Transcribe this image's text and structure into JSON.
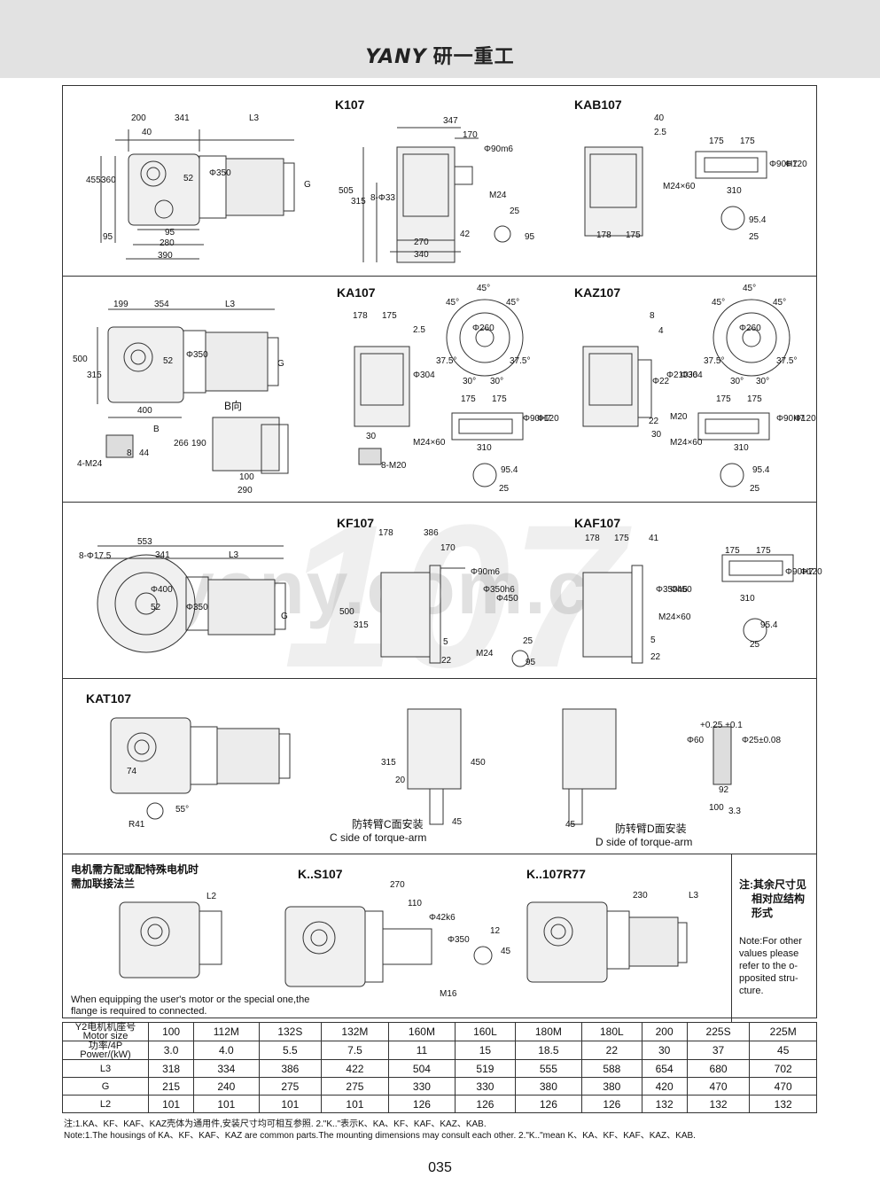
{
  "header": {
    "brand_latin": "YANY",
    "brand_cn": "研一重工"
  },
  "watermark": {
    "text": "yany.com.cn",
    "model": "107"
  },
  "sections": {
    "k107": {
      "title": "K107",
      "dims_a": [
        "200",
        "341",
        "L3",
        "40",
        "455",
        "360",
        "52",
        "Φ350",
        "G",
        "95",
        "95",
        "280",
        "390"
      ],
      "dims_b": [
        "347",
        "170",
        "Φ90m6",
        "505",
        "315",
        "8-Φ33",
        "M24",
        "270",
        "340",
        "42",
        "25",
        "95"
      ]
    },
    "kab107": {
      "title": "KAB107",
      "dims": [
        "40",
        "2.5",
        "175",
        "175",
        "Φ90H7",
        "Φ120",
        "M24×60",
        "310",
        "178",
        "175",
        "95.4",
        "25"
      ]
    },
    "ka107": {
      "title": "KA107",
      "dims_main": [
        "199",
        "354",
        "L3",
        "500",
        "315",
        "52",
        "Φ350",
        "G",
        "400",
        "B",
        "266",
        "190",
        "100",
        "290",
        "8",
        "44",
        "4-M24"
      ],
      "b_view": "B向",
      "dims_side": [
        "178",
        "175",
        "2.5",
        "Φ304",
        "30",
        "8-M20",
        "175",
        "175",
        "Φ90H7",
        "Φ120",
        "M24×60",
        "310",
        "95.4",
        "25"
      ],
      "flange": [
        "45°",
        "45°",
        "45°",
        "Φ260",
        "37.5°",
        "30°",
        "30°",
        "37.5°"
      ]
    },
    "kaz107": {
      "title": "KAZ107",
      "dims": [
        "8",
        "4",
        "Φ304",
        "Φ210J6",
        "Φ22",
        "M20",
        "22",
        "30",
        "175",
        "175",
        "Φ90H7",
        "Φ120",
        "M24×60",
        "310",
        "95.4",
        "25"
      ],
      "flange": [
        "45°",
        "45°",
        "45°",
        "Φ260",
        "37.5°",
        "30°",
        "30°",
        "37.5°"
      ]
    },
    "kf107": {
      "title": "KF107",
      "dims_main": [
        "553",
        "8-Φ17.5",
        "341",
        "L3",
        "Φ400",
        "52",
        "Φ350",
        "G"
      ],
      "dims_b": [
        "178",
        "386",
        "170",
        "Φ90m6",
        "Φ350h6",
        "Φ450",
        "500",
        "315",
        "5",
        "22",
        "M24",
        "25",
        "95"
      ]
    },
    "kaf107": {
      "title": "KAF107",
      "dims": [
        "178",
        "175",
        "41",
        "Φ350h6",
        "Φ450",
        "5",
        "22",
        "175",
        "175",
        "Φ90H7",
        "Φ120",
        "M24×60",
        "310",
        "95.4",
        "25"
      ]
    },
    "kat107": {
      "title": "KAT107",
      "dims": [
        "74",
        "R41",
        "55°",
        "315",
        "20",
        "450",
        "45",
        "45",
        "Φ60",
        "Φ25±0.08",
        "92",
        "100",
        "3.3"
      ],
      "tol_a": "+0.25\n+0.1",
      "c_side_cn": "防转臂C面安装",
      "c_side_en": "C side of torque-arm",
      "d_side_cn": "防转臂D面安装",
      "d_side_en": "D side of torque-arm"
    },
    "flange_note": {
      "cn_line1": "电机需方配或配特殊电机时",
      "cn_line2": "需加联接法兰",
      "l2": "L2",
      "en": "When equipping the user's motor or the special one,the flange is required to connected."
    },
    "ks107": {
      "title": "K..S107",
      "dims": [
        "270",
        "110",
        "Φ42k6",
        "Φ350",
        "M16",
        "12",
        "45"
      ]
    },
    "k107r77": {
      "title": "K..107R77",
      "dims": [
        "230",
        "L3"
      ]
    },
    "side_note": {
      "cn": [
        "注:其余尺寸见",
        "相对应结构",
        "形式"
      ],
      "en": [
        "Note:For other",
        "values please",
        "refer to the o-",
        "pposited stru-",
        "cture."
      ]
    }
  },
  "table": {
    "row_headers": [
      {
        "cn": "Y2电机机座号",
        "en": "Motor size"
      },
      {
        "cn": "功率/4P",
        "en": "Power/(kW)"
      },
      {
        "cn": "L3",
        "en": ""
      },
      {
        "cn": "G",
        "en": ""
      },
      {
        "cn": "L2",
        "en": ""
      }
    ],
    "rows": [
      [
        "100",
        "112M",
        "132S",
        "132M",
        "160M",
        "160L",
        "180M",
        "180L",
        "200",
        "225S",
        "225M"
      ],
      [
        "3.0",
        "4.0",
        "5.5",
        "7.5",
        "11",
        "15",
        "18.5",
        "22",
        "30",
        "37",
        "45"
      ],
      [
        "318",
        "334",
        "386",
        "422",
        "504",
        "519",
        "555",
        "588",
        "654",
        "680",
        "702"
      ],
      [
        "215",
        "240",
        "275",
        "275",
        "330",
        "330",
        "380",
        "380",
        "420",
        "470",
        "470"
      ],
      [
        "101",
        "101",
        "101",
        "101",
        "126",
        "126",
        "126",
        "126",
        "132",
        "132",
        "132"
      ]
    ]
  },
  "notes": {
    "cn": "注:1.KA、KF、KAF、KAZ壳体为通用件,安装尺寸均可相互参照.    2.\"K..\"表示K、KA、KF、KAF、KAZ、KAB.",
    "en": "Note:1.The housings of KA、KF、KAF、KAZ are common parts.The mounting dimensions may consult each other. 2.\"K..\"mean K、KA、KF、KAF、KAZ、KAB."
  },
  "page_number": "035"
}
